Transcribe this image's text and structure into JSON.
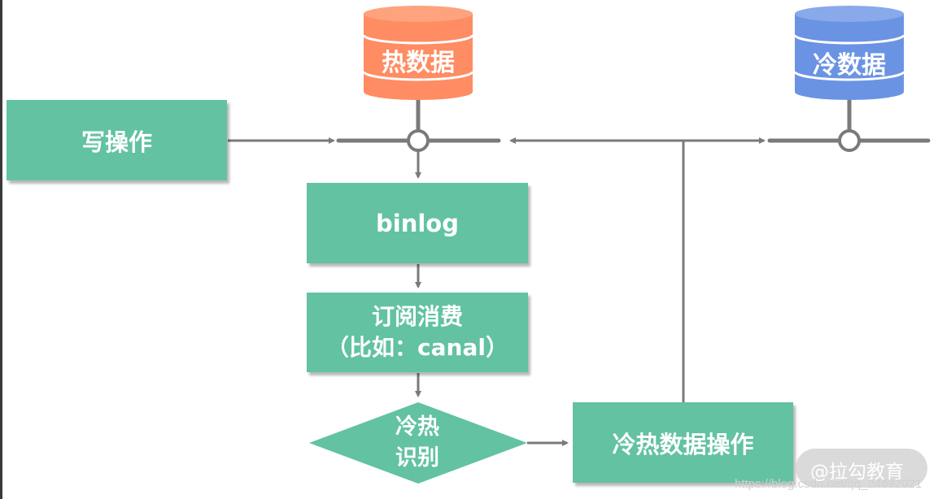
{
  "nodes": {
    "hot_data": "热数据",
    "cold_data": "冷数据",
    "write_op": "写操作",
    "binlog": "binlog",
    "subscribe_line1": "订阅消费",
    "subscribe_line2": "（比如：canal）",
    "decision_line1": "冷热",
    "decision_line2": "识别",
    "hot_cold_ops": "冷热数据操作"
  },
  "watermark": {
    "brand": "@拉勾教育",
    "url": "https://blog.csdn.net/qq_24692021"
  },
  "colors": {
    "box_green": "#62c2a2",
    "hot_db": "#ff8c62",
    "cold_db": "#6b93e3",
    "connector": "#7a7a7a"
  }
}
